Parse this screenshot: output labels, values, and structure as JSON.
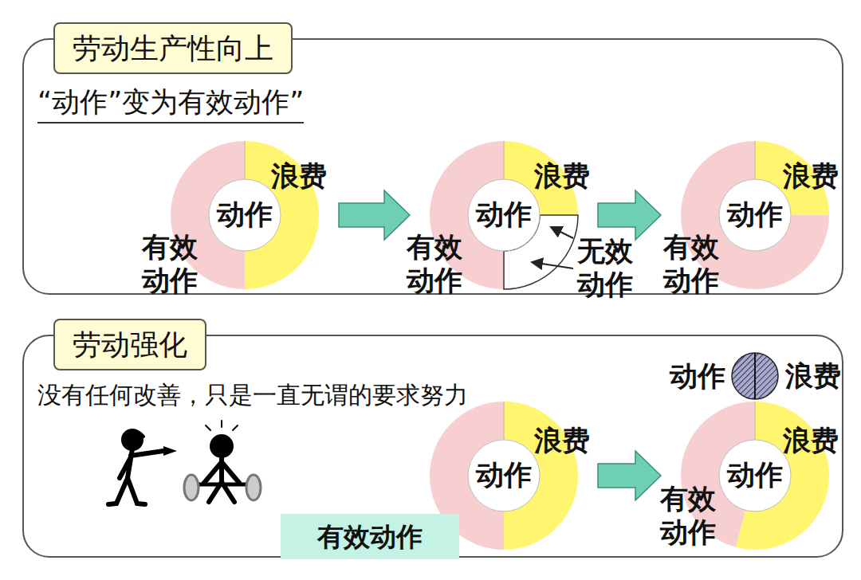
{
  "diagram": {
    "nodes": [
      {
        "text": [
          "劳动生产性向上",
          "“动作”变为有效动作”"
        ]
      },
      {
        "text": [
          "动作",
          "浪费",
          "有效动作"
        ],
        "in": 0
      },
      {
        "text": [
          "动作",
          "浪费",
          "有效动作",
          "无效动作"
        ],
        "in": 0
      },
      {
        "text": [
          "动作",
          "浪费",
          "有效动作"
        ],
        "in": 0
      },
      {
        "text": [
          "劳动强化",
          "没有任何改善，只是一直无谓的要求努力"
        ]
      },
      {
        "text": [
          "动作",
          "浪费"
        ],
        "in": 4
      },
      {
        "text": [
          "动作",
          "浪费"
        ],
        "in": 4
      },
      {
        "text": [
          "有效动作"
        ],
        "in": 4
      },
      {
        "text": [
          "动作",
          "浪费",
          "有效动作"
        ],
        "in": 4
      }
    ],
    "edges": [
      {
        "from": 1,
        "to": 2,
        "arrow": "to"
      },
      {
        "from": 2,
        "to": 3,
        "arrow": "to"
      },
      {
        "from": 6,
        "to": 8,
        "arrow": "to"
      }
    ]
  }
}
